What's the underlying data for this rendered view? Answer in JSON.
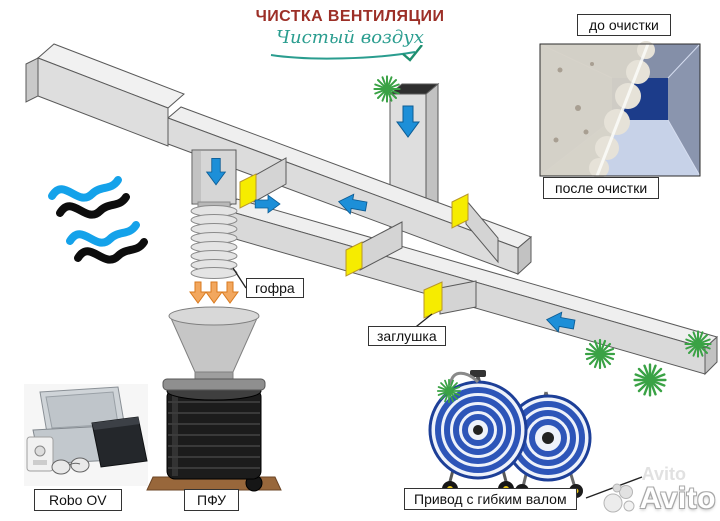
{
  "header": {
    "title": "ЧИСТКА ВЕНТИЛЯЦИИ",
    "subtitle": "Чистый воздух"
  },
  "before_after": {
    "before_label": "до очистки",
    "after_label": "после очистки"
  },
  "callouts": {
    "hose": "гофра",
    "plug": "заглушка",
    "filter_unit": "ПФУ",
    "robot": "Robo OV",
    "drive": "Привод с гибким валом"
  },
  "watermark": {
    "brand": "Avito"
  },
  "colors": {
    "title_red": "#9c2f27",
    "subtitle_teal": "#2a9d8f",
    "arrow_blue": "#1d8fd8",
    "arrow_orange": "#f2a75e",
    "plug_yellow": "#f6ec00",
    "brush_green": "#3aa245",
    "duct_gray": "#dcdcdc",
    "drum_blue": "#2d55b8"
  }
}
